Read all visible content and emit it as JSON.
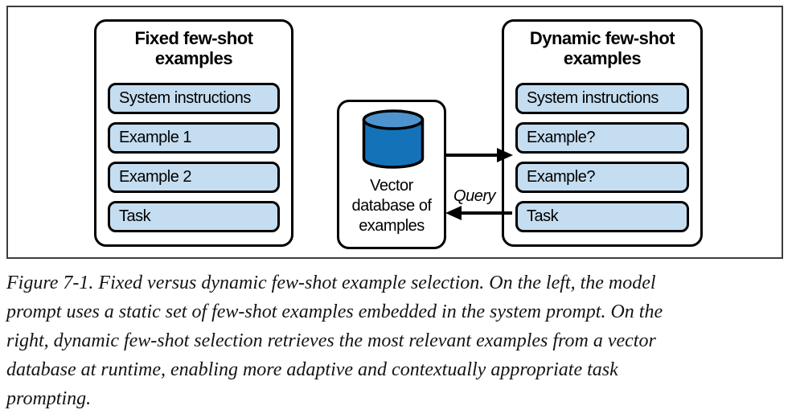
{
  "figure": {
    "left_panel": {
      "title_lines": [
        "Fixed few-shot",
        "examples"
      ],
      "items": [
        "System instructions",
        "Example 1",
        "Example 2",
        "Task"
      ]
    },
    "vector_db": {
      "label_lines": [
        "Vector",
        "database of",
        "examples"
      ]
    },
    "right_panel": {
      "title_lines": [
        "Dynamic few-shot",
        "examples"
      ],
      "items": [
        "System instructions",
        "Example?",
        "Example?",
        "Task"
      ]
    },
    "arrows": {
      "query_label": "Query",
      "retrieve_arrow": "arrow-right",
      "query_arrow": "arrow-left"
    }
  },
  "caption": {
    "lines": [
      "Figure 7-1. Fixed versus dynamic few-shot example selection. On the left, the model",
      "prompt uses a static set of few-shot examples embedded in the system prompt. On the",
      "right, dynamic few-shot selection retrieves the most relevant examples from a vector",
      "database at runtime, enabling more adaptive and contextually appropriate task",
      "prompting."
    ]
  },
  "colors": {
    "item_fill": "#c5ddf0",
    "cylinder_body": "#1472b9",
    "cylinder_top": "#4d94cf",
    "stroke": "#000000",
    "frame": "#3d3d3d"
  }
}
